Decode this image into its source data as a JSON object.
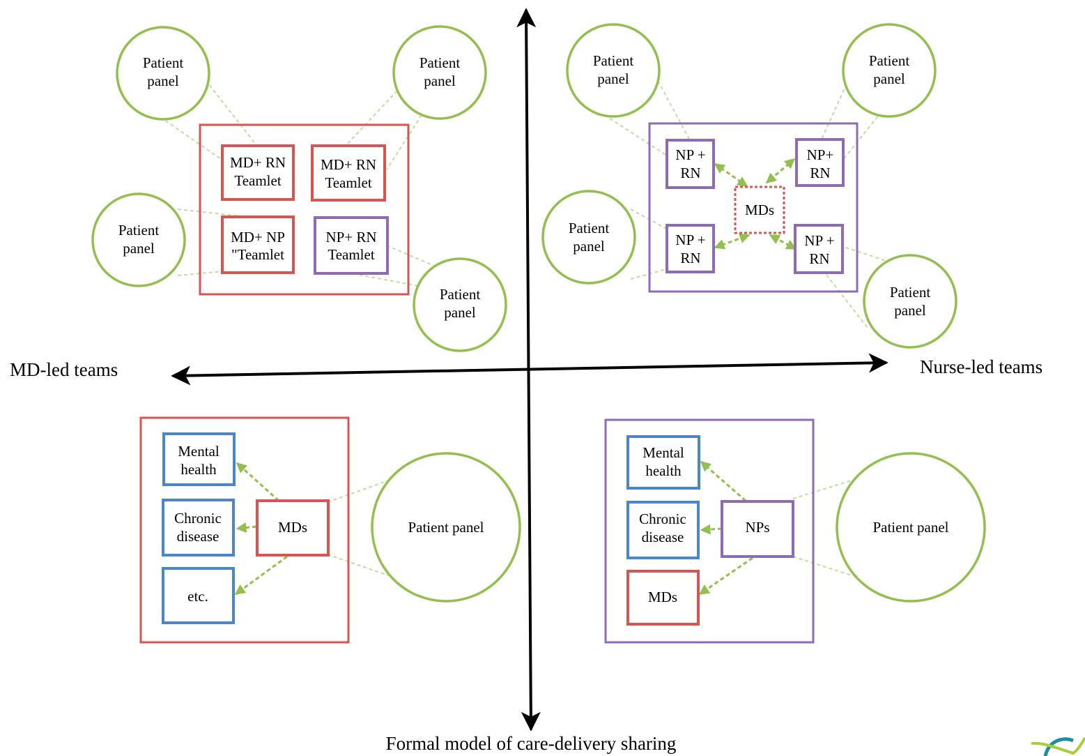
{
  "colors": {
    "md": "#d9534f",
    "nurse": "#8e6bb5",
    "specialty": "#4a86c8",
    "panel": "#93bf4f",
    "axis": "#000000"
  },
  "axes": {
    "left": "MD-led teams",
    "right": "Nurse-led teams",
    "bottom": "Formal model of care-delivery sharing"
  },
  "quadrant_tl": {
    "panels": [
      [
        "Patient",
        "panel"
      ],
      [
        "Patient",
        "panel"
      ],
      [
        "Patient",
        "panel"
      ],
      [
        "Patient",
        "panel"
      ]
    ],
    "teamlets": [
      [
        "MD+ RN",
        "Teamlet"
      ],
      [
        "MD+ RN",
        "Teamlet"
      ],
      [
        "MD+ NP",
        "\"Teamlet"
      ],
      [
        "NP+ RN",
        "Teamlet"
      ]
    ]
  },
  "quadrant_tr": {
    "panels": [
      [
        "Patient",
        "panel"
      ],
      [
        "Patient",
        "panel"
      ],
      [
        "Patient",
        "panel"
      ],
      [
        "Patient",
        "panel"
      ]
    ],
    "teams": [
      [
        "NP +",
        "RN"
      ],
      [
        "NP+",
        "RN"
      ],
      [
        "NP +",
        "RN"
      ],
      [
        "NP +",
        "RN"
      ]
    ],
    "center": "MDs"
  },
  "quadrant_bl": {
    "specialties": [
      [
        "Mental",
        "health"
      ],
      [
        "Chronic",
        "disease"
      ],
      [
        "etc."
      ]
    ],
    "hub": "MDs",
    "panel": "Patient panel"
  },
  "quadrant_br": {
    "specialties": [
      [
        "Mental",
        "health"
      ],
      [
        "Chronic",
        "disease"
      ]
    ],
    "md_box": "MDs",
    "hub": "NPs",
    "panel": "Patient panel"
  }
}
